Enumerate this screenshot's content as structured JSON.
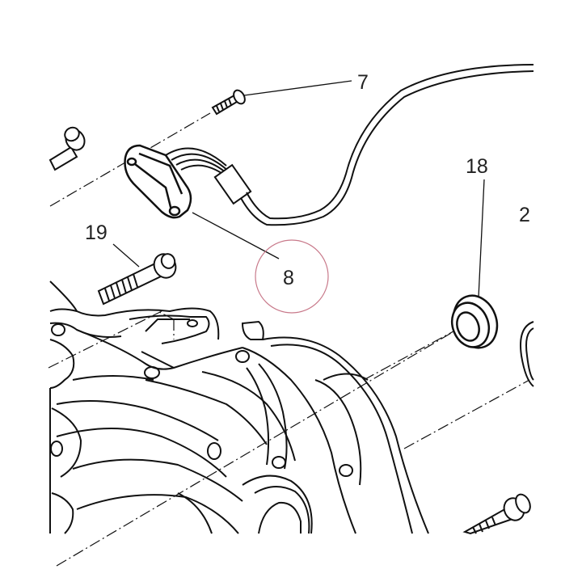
{
  "callouts": {
    "part_7": "7",
    "part_8": "8",
    "part_18": "18",
    "part_19": "19",
    "part_2": "2"
  },
  "highlight": {
    "color": "#c8798a",
    "target": "8"
  },
  "colors": {
    "line": "#111111",
    "background": "#ffffff"
  }
}
